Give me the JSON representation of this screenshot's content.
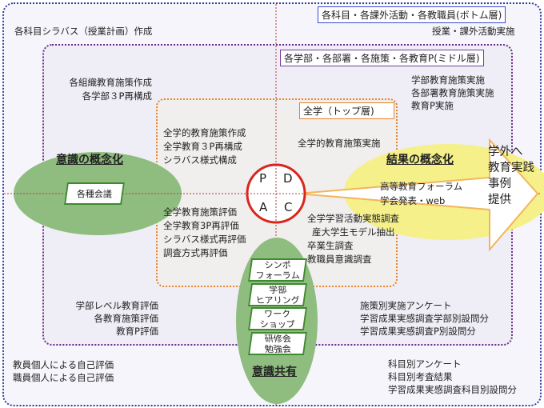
{
  "layers": {
    "bottom": "各科目・各課外活動・各教職員(ボトム層)",
    "middle": "各学部・各部署・各施策・各教育P(ミドル層)",
    "top": "全学（トップ層)"
  },
  "bottom_layer": {
    "plan": "各科目シラバス（授業計画）作成",
    "do": "授業・課外活動実施",
    "check": [
      "科目別アンケート",
      "科目別考査結果",
      "学習成果実感調査科目別設問分"
    ],
    "act": [
      "教員個人による自己評価",
      "職員個人による自己評価"
    ]
  },
  "middle_layer": {
    "plan": [
      "各組織教育施策作成",
      "各学部３P再構成"
    ],
    "do": [
      "学部教育施策実施",
      "各部署教育施策実施",
      "教育P実施"
    ],
    "check": [
      "施策別実施アンケート",
      "学習成果実感調査学部別設問分",
      "学習成果実感調査P別設問分"
    ],
    "act": [
      "学部レベル教育評価",
      "各教育施策評価",
      "教育P評価"
    ]
  },
  "top_layer": {
    "plan": [
      "全学的教育施策作成",
      "全学教育３P再構成",
      "シラバス様式構成"
    ],
    "do": "全学的教育施策実施",
    "check": [
      "全学学習活動実態調査",
      "産大学生モデル抽出",
      "卒業生調査",
      "教職員意識調査"
    ],
    "act": [
      "全学教育施策評価",
      "全学教育3P再評価",
      "シラバス様式再評価",
      "調査方式再評価"
    ]
  },
  "pdca": {
    "p": "P",
    "d": "D",
    "a": "A",
    "c": "C"
  },
  "concept_awareness": {
    "title": "意識の概念化",
    "item": "各種会議"
  },
  "concept_results": {
    "title": "結果の概念化",
    "items": [
      "高等教育フォーラム",
      "学会発表・web"
    ]
  },
  "external": [
    "学外へ",
    "教育実践",
    "事例",
    "提供"
  ],
  "sharing": {
    "title": "意識共有",
    "items": [
      [
        "シンポ",
        "フォーラム"
      ],
      [
        "学部",
        "ヒアリング"
      ],
      [
        "ワーク",
        "ショップ"
      ],
      [
        "研修会",
        "勉強会"
      ]
    ]
  },
  "colors": {
    "green": "#8fbc7f",
    "yellow": "#f5f08a",
    "pdca_red": "#d8261c",
    "arrow": "#f2b55c"
  }
}
